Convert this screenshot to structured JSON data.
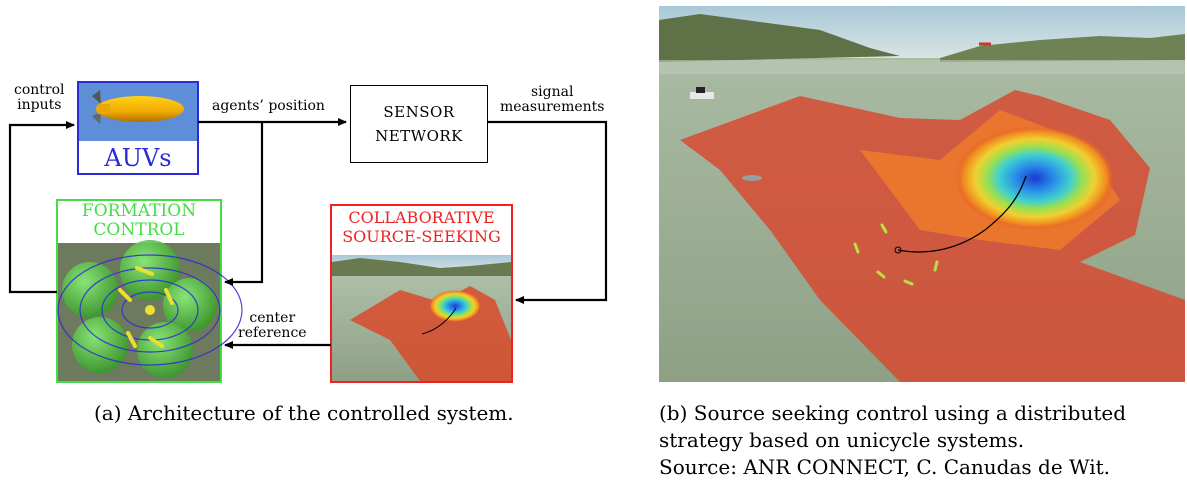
{
  "diagram": {
    "control_inputs": [
      "control",
      "inputs"
    ],
    "agents_position": "agents’ position",
    "signal_measurements": [
      "signal",
      "measurements"
    ],
    "center_reference": [
      "center",
      "reference"
    ],
    "sensor_network": [
      "SENSOR",
      "NETWORK"
    ],
    "auvs": "AUVs",
    "formation_control": [
      "FORMATION",
      "CONTROL"
    ],
    "collaborative": [
      "COLLABORATIVE",
      "SOURCE-SEEKING"
    ]
  },
  "colors": {
    "auvs_blue": "#2a2ad8",
    "formation_green": "#44dd44",
    "collab_red": "#ee2222"
  },
  "captions": {
    "a": "(a)  Architecture of the controlled system.",
    "b_line1": "(b)  Source seeking control using a distributed",
    "b_line2": "strategy based on unicycle systems.",
    "b_line3": "Source: ANR CONNECT, C. Canudas de Wit."
  }
}
